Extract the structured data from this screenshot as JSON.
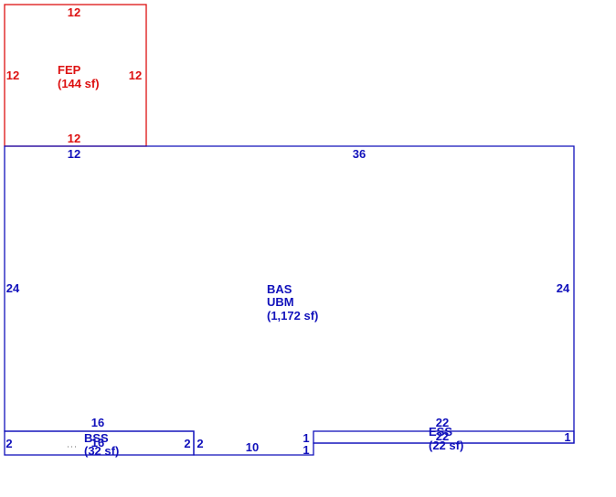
{
  "colors": {
    "red": "#dd1111",
    "blue": "#1111bb"
  },
  "areas": {
    "fep": {
      "code": "FEP",
      "area": "(144 sf)"
    },
    "bas": {
      "code": "BAS",
      "sub": "UBM",
      "area": "(1,172 sf)"
    },
    "bss": {
      "code": "BSS",
      "area": "(32 sf)",
      "overlap": "16"
    },
    "ess": {
      "code": "ESS",
      "area": "(22 sf)",
      "overlap": "22"
    }
  },
  "dims": {
    "fep_top": "12",
    "fep_left": "12",
    "fep_right": "12",
    "fep_bottom": "12",
    "bas_top_left": "12",
    "bas_top": "36",
    "bas_left": "24",
    "bas_right": "24",
    "bss_top": "16",
    "bss_left": "2",
    "bss_right": "2",
    "gap_left": "2",
    "gap_bottom": "10",
    "gap_right_top": "1",
    "gap_right_bottom": "1",
    "ess_top": "22",
    "ess_right": "1"
  }
}
